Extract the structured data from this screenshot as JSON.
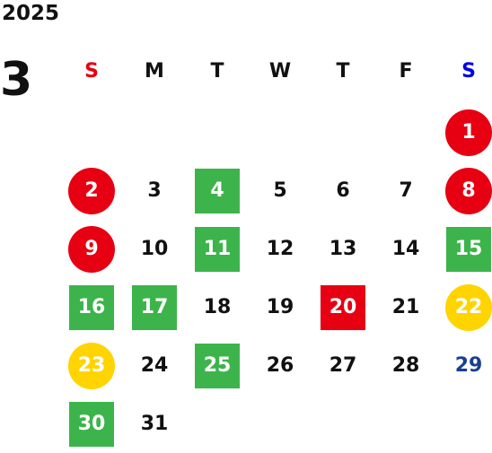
{
  "calendar": {
    "year": "2025",
    "month": "3",
    "weekdays": [
      {
        "label": "S",
        "color": "#e60012"
      },
      {
        "label": "M",
        "color": "#111111"
      },
      {
        "label": "T",
        "color": "#111111"
      },
      {
        "label": "W",
        "color": "#111111"
      },
      {
        "label": "T",
        "color": "#111111"
      },
      {
        "label": "F",
        "color": "#111111"
      },
      {
        "label": "S",
        "color": "#0000e6"
      }
    ],
    "first_weekday_index": 6,
    "colors": {
      "red": "#e60012",
      "green": "#3cb44b",
      "yellow": "#ffd400",
      "navy": "#1a3f8f",
      "default": "#111111"
    },
    "days": [
      {
        "day": "1",
        "style": "circle",
        "color": "red"
      },
      {
        "day": "2",
        "style": "circle",
        "color": "red"
      },
      {
        "day": "3",
        "style": "plain"
      },
      {
        "day": "4",
        "style": "square",
        "color": "green"
      },
      {
        "day": "5",
        "style": "plain"
      },
      {
        "day": "6",
        "style": "plain"
      },
      {
        "day": "7",
        "style": "plain"
      },
      {
        "day": "8",
        "style": "circle",
        "color": "red"
      },
      {
        "day": "9",
        "style": "circle",
        "color": "red"
      },
      {
        "day": "10",
        "style": "plain"
      },
      {
        "day": "11",
        "style": "square",
        "color": "green"
      },
      {
        "day": "12",
        "style": "plain"
      },
      {
        "day": "13",
        "style": "plain"
      },
      {
        "day": "14",
        "style": "plain"
      },
      {
        "day": "15",
        "style": "square",
        "color": "green"
      },
      {
        "day": "16",
        "style": "square",
        "color": "green"
      },
      {
        "day": "17",
        "style": "square",
        "color": "green"
      },
      {
        "day": "18",
        "style": "plain"
      },
      {
        "day": "19",
        "style": "plain"
      },
      {
        "day": "20",
        "style": "square",
        "color": "red"
      },
      {
        "day": "21",
        "style": "plain"
      },
      {
        "day": "22",
        "style": "circle",
        "color": "yellow"
      },
      {
        "day": "23",
        "style": "circle",
        "color": "yellow"
      },
      {
        "day": "24",
        "style": "plain"
      },
      {
        "day": "25",
        "style": "square",
        "color": "green"
      },
      {
        "day": "26",
        "style": "plain"
      },
      {
        "day": "27",
        "style": "plain"
      },
      {
        "day": "28",
        "style": "plain"
      },
      {
        "day": "29",
        "style": "plain",
        "text_color": "navy"
      },
      {
        "day": "30",
        "style": "square",
        "color": "green"
      },
      {
        "day": "31",
        "style": "plain"
      }
    ]
  }
}
